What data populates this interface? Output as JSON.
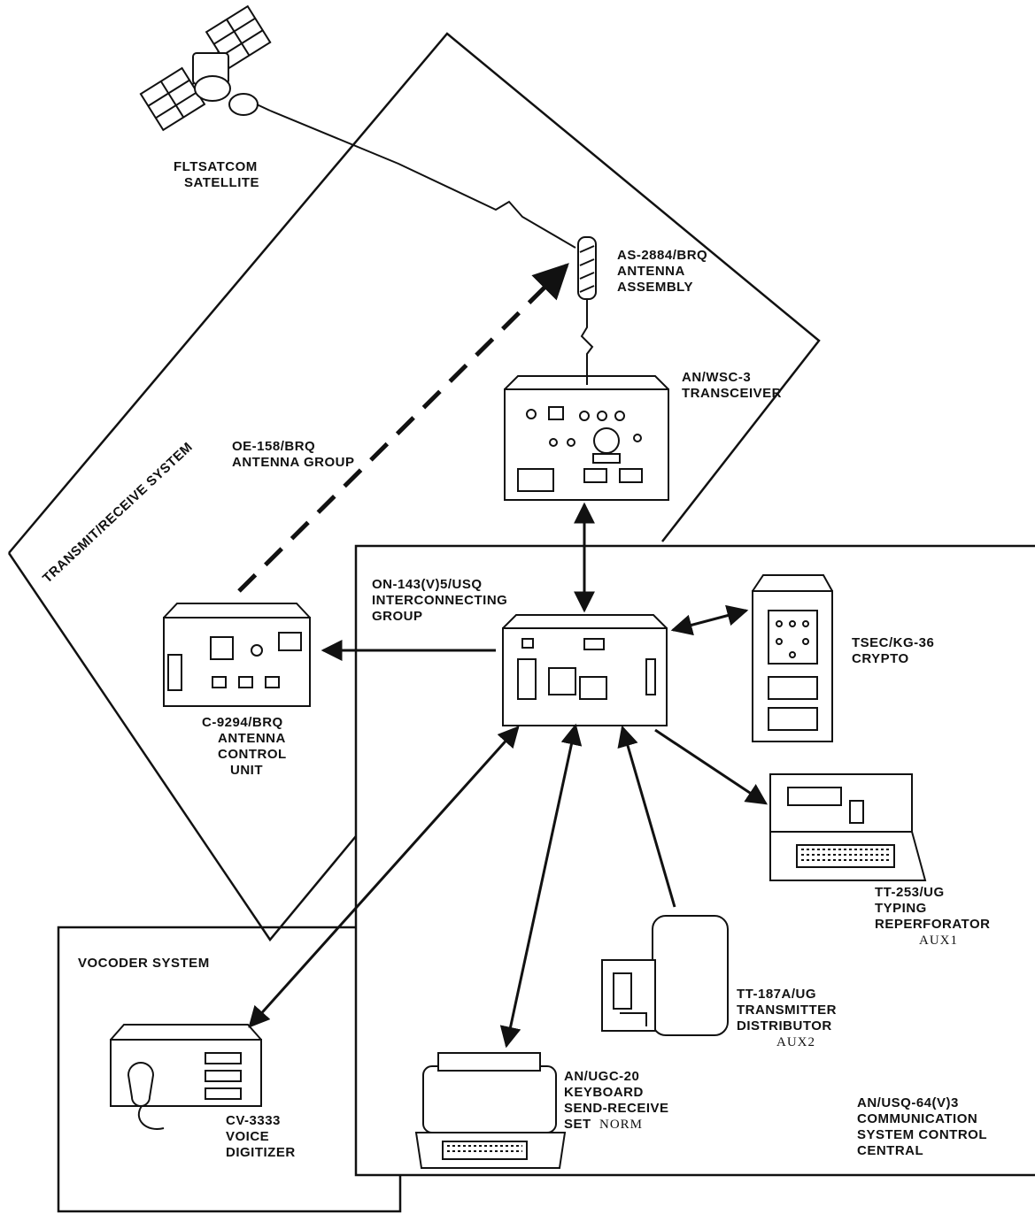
{
  "boxes": {
    "transmit_receive": {
      "title": "TRANSMIT/RECEIVE SYSTEM"
    },
    "vocoder": {
      "title": "VOCODER SYSTEM"
    },
    "central": {
      "lines": [
        "AN/USQ-64(V)3",
        "COMMUNICATION",
        "SYSTEM CONTROL",
        "CENTRAL"
      ]
    }
  },
  "components": {
    "satellite": {
      "lines": [
        "FLTSATCOM",
        "SATELLITE"
      ],
      "icon": "satellite-icon"
    },
    "antenna_assembly": {
      "lines": [
        "AS-2884/BRQ",
        "ANTENNA",
        "ASSEMBLY"
      ],
      "icon": "antenna-icon"
    },
    "transceiver": {
      "lines": [
        "AN/WSC-3",
        "TRANSCEIVER"
      ],
      "icon": "radio-unit-icon"
    },
    "antenna_group": {
      "lines": [
        "OE-158/BRQ",
        "ANTENNA GROUP"
      ]
    },
    "interconnecting": {
      "lines": [
        "ON-143(V)5/USQ",
        "INTERCONNECTING",
        "GROUP"
      ],
      "icon": "equipment-box-icon"
    },
    "crypto": {
      "lines": [
        "TSEC/KG-36",
        "CRYPTO"
      ],
      "icon": "crypto-unit-icon"
    },
    "antenna_control": {
      "lines": [
        "C-9294/BRQ",
        "ANTENNA",
        "CONTROL",
        "UNIT"
      ],
      "icon": "control-unit-icon"
    },
    "reperforator": {
      "lines": [
        "TT-253/UG",
        "TYPING",
        "REPERFORATOR"
      ],
      "note": "AUX1",
      "icon": "teletype-icon"
    },
    "transmitter": {
      "lines": [
        "TT-187A/UG",
        "TRANSMITTER",
        "DISTRIBUTOR"
      ],
      "note": "AUX2",
      "icon": "tape-reader-icon"
    },
    "keyboard": {
      "lines": [
        "AN/UGC-20",
        "KEYBOARD",
        "SEND-RECEIVE",
        "SET"
      ],
      "note": "NORM",
      "icon": "keyboard-printer-icon"
    },
    "voice": {
      "lines": [
        "CV-3333",
        "VOICE",
        "DIGITIZER"
      ],
      "icon": "telephone-unit-icon"
    }
  }
}
